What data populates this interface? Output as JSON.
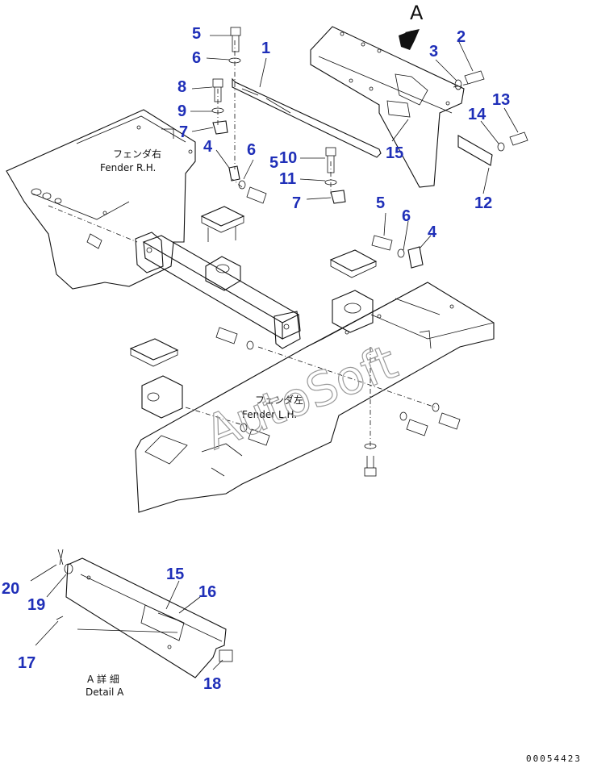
{
  "view_label": "A",
  "fender_rh": {
    "jp": "フェンダ右",
    "en": "Fender R.H."
  },
  "fender_lh": {
    "jp": "フェンダ左",
    "en": "Fender L.H."
  },
  "detail": {
    "jp": "A 詳 細",
    "en": "Detail A"
  },
  "watermark": "AutoSoft",
  "drawing_number": "00054423",
  "callouts": [
    "5",
    "2",
    "3",
    "6",
    "1",
    "8",
    "13",
    "9",
    "14",
    "7",
    "4",
    "6",
    "10",
    "5",
    "15",
    "11",
    "7",
    "12",
    "5",
    "6",
    "4",
    "20",
    "15",
    "16",
    "19",
    "17",
    "18"
  ]
}
